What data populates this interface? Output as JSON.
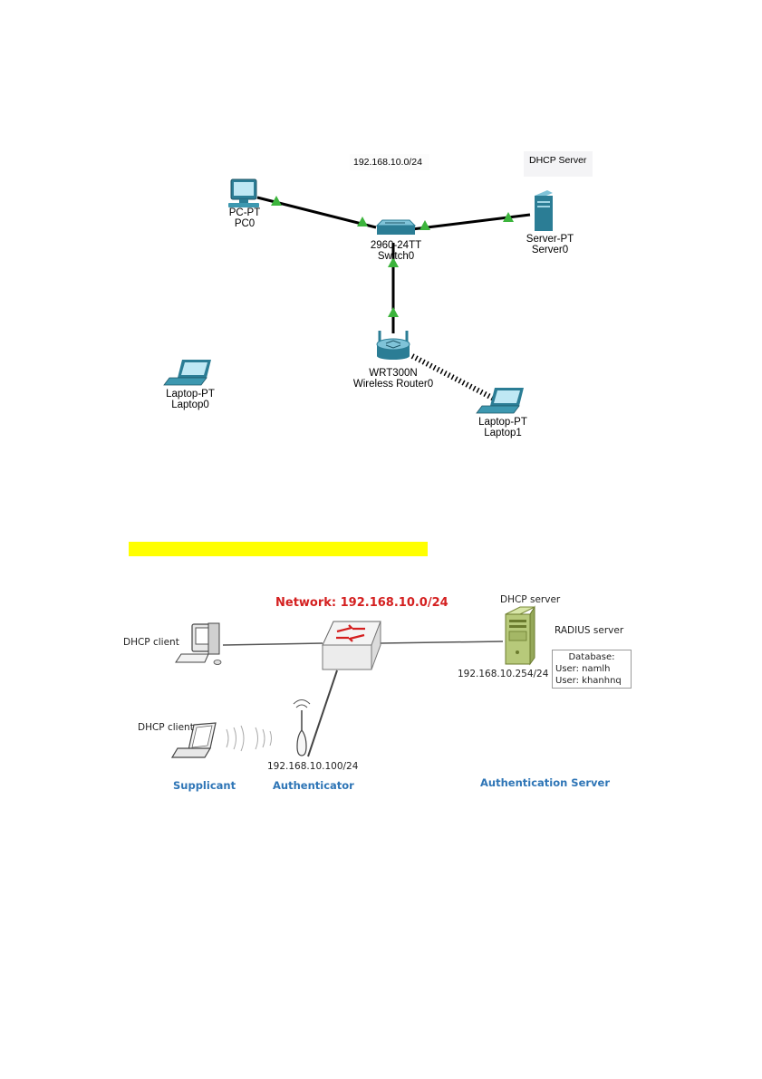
{
  "diagram1": {
    "network_label": "192.168.10.0/24",
    "dhcp_label": "DHCP Server",
    "nodes": {
      "pc0": {
        "type": "PC-PT",
        "name": "PC0"
      },
      "switch0": {
        "type": "2960-24TT",
        "name": "Switch0"
      },
      "server0": {
        "type": "Server-PT",
        "name": "Server0"
      },
      "router0": {
        "type": "WRT300N",
        "name": "Wireless Router0"
      },
      "laptop0": {
        "type": "Laptop-PT",
        "name": "Laptop0"
      },
      "laptop1": {
        "type": "Laptop-PT",
        "name": "Laptop1"
      }
    },
    "link_color": "#000000",
    "status_color": "#3cb43c"
  },
  "diagram2": {
    "title": "Network: 192.168.10.0/24",
    "title_color": "#d42020",
    "dhcp_client_pc": "DHCP client",
    "dhcp_client_laptop": "DHCP client",
    "dhcp_server": "DHCP server",
    "radius_server": "RADIUS server",
    "server_ip": "192.168.10.254/24",
    "ap_ip": "192.168.10.100/24",
    "database": {
      "title": "Database:",
      "users": [
        "User: namlh",
        "User: khanhnq"
      ]
    },
    "roles": {
      "supplicant": "Supplicant",
      "authenticator": "Authenticator",
      "auth_server": "Authentication Server"
    },
    "role_color": "#2e75b6"
  },
  "highlight_color": "#ffff00"
}
